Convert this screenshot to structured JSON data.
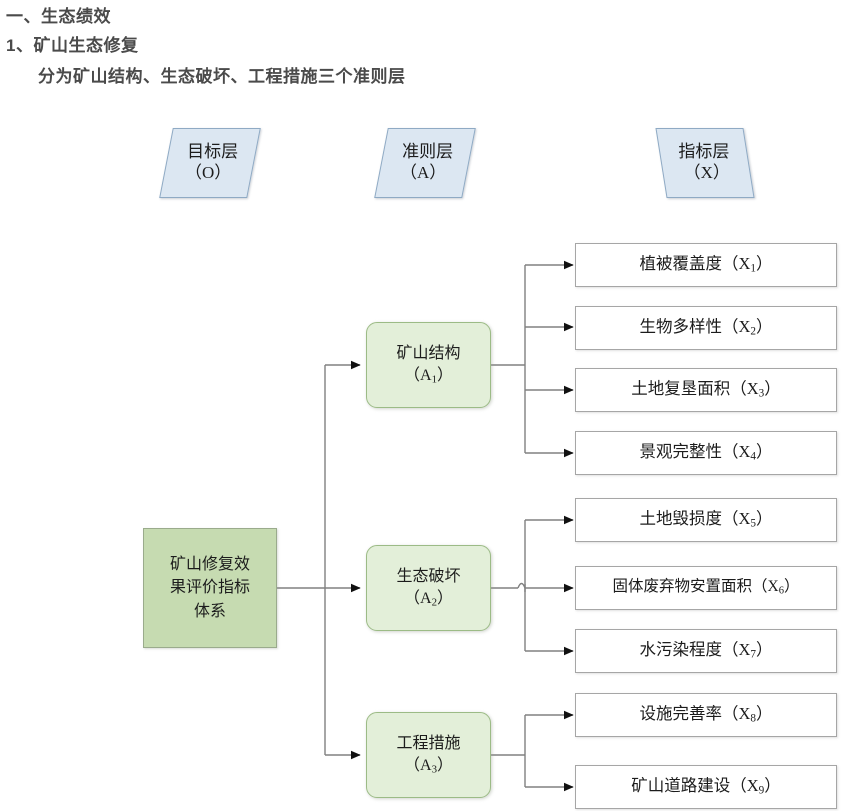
{
  "heading": {
    "line1": "一、生态绩效",
    "line2": "1、矿山生态修复",
    "line3": "分为矿山结构、生态破坏、工程措施三个准则层"
  },
  "diagram": {
    "type": "hierarchy-tree",
    "layer_headers": [
      {
        "name": "goal-layer-header",
        "title": "目标层",
        "code": "（O）"
      },
      {
        "name": "criterion-layer-header",
        "title": "准则层",
        "code": "（A）"
      },
      {
        "name": "indicator-layer-header",
        "title": "指标层",
        "code": "（X）"
      }
    ],
    "goal": {
      "line1": "矿山修复效",
      "line2": "果评价指标",
      "line3": "体系",
      "full_text": "矿山修复效果评价指标体系",
      "fill": "#c6dbb1",
      "border": "#9aab8c"
    },
    "criteria": [
      {
        "label": "矿山结构",
        "code": "A",
        "sub": "1",
        "fill": "#e3efd9",
        "border": "#9cbb86"
      },
      {
        "label": "生态破坏",
        "code": "A",
        "sub": "2",
        "fill": "#e3efd9",
        "border": "#9cbb86"
      },
      {
        "label": "工程措施",
        "code": "A",
        "sub": "3",
        "fill": "#e3efd9",
        "border": "#9cbb86"
      }
    ],
    "indicators": [
      {
        "label": "植被覆盖度",
        "code": "X",
        "sub": "1",
        "parent": "A1"
      },
      {
        "label": "生物多样性",
        "code": "X",
        "sub": "2",
        "parent": "A1"
      },
      {
        "label": "土地复垦面积",
        "code": "X",
        "sub": "3",
        "parent": "A1"
      },
      {
        "label": "景观完整性",
        "code": "X",
        "sub": "4",
        "parent": "A1"
      },
      {
        "label": "土地毁损度",
        "code": "X",
        "sub": "5",
        "parent": "A2"
      },
      {
        "label": "固体废弃物安置面积",
        "code": "X",
        "sub": "6",
        "parent": "A2"
      },
      {
        "label": "水污染程度",
        "code": "X",
        "sub": "7",
        "parent": "A2"
      },
      {
        "label": "设施完善率",
        "code": "X",
        "sub": "8",
        "parent": "A3"
      },
      {
        "label": "矿山道路建设",
        "code": "X",
        "sub": "9",
        "parent": "A3"
      }
    ],
    "connector_color": "#808080",
    "paren_open": "（",
    "paren_close": "）"
  }
}
